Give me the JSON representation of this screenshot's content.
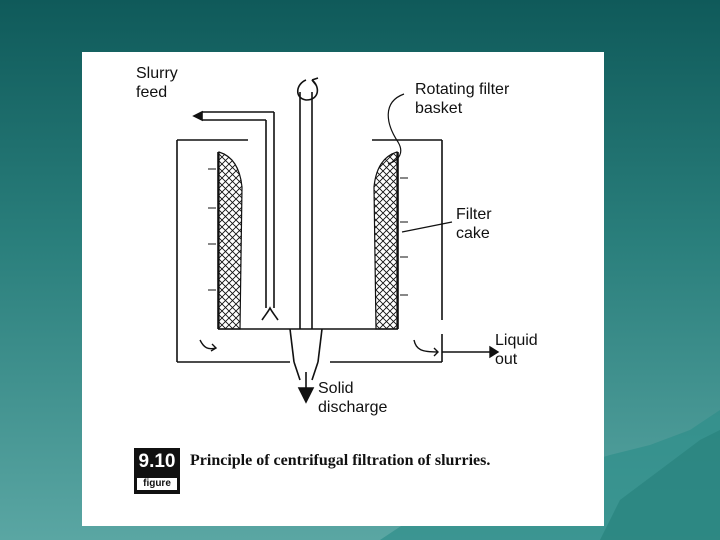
{
  "colors": {
    "background": "#1f6f6d",
    "card": "#ffffff",
    "ink": "#111111"
  },
  "diagram": {
    "labels": {
      "slurry_feed": "Slurry\nfeed",
      "rotating_basket": "Rotating filter\nbasket",
      "filter_cake": "Filter\ncake",
      "liquid_out": "Liquid\nout",
      "solid_discharge": "Solid\ndischarge"
    },
    "figure_number": "9.10",
    "figure_word": "figure",
    "caption": "Principle of centrifugal filtration of slurries."
  }
}
